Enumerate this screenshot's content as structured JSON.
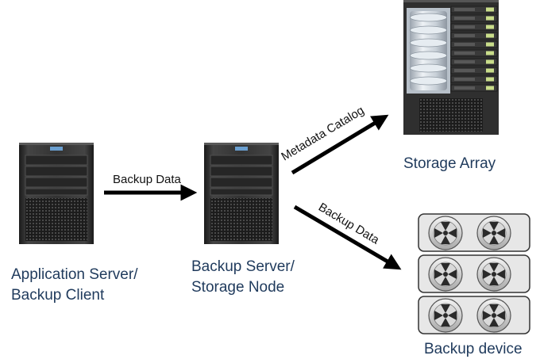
{
  "nodes": {
    "application_server": {
      "line1": "Application Server/",
      "line2": "Backup Client",
      "icon": "server-rack-icon"
    },
    "backup_server": {
      "line1": "Backup Server/",
      "line2": "Storage Node",
      "icon": "server-rack-icon"
    },
    "storage_array": {
      "label": "Storage Array",
      "icon": "storage-array-icon"
    },
    "backup_device": {
      "label": "Backup device",
      "icon": "tape-library-icon"
    }
  },
  "edges": {
    "client_to_server": "Backup Data",
    "server_to_array": "Metadata Catalog",
    "server_to_device": "Backup Data"
  },
  "colors": {
    "label_text": "#1f3a5c",
    "arrow": "#000000",
    "server_body": "#2c2c2c"
  }
}
